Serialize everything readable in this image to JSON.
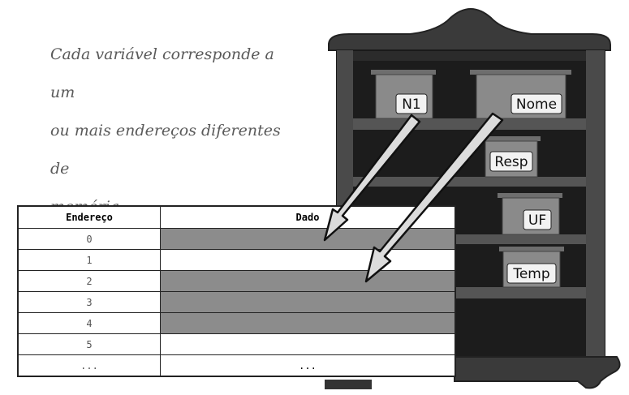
{
  "caption": {
    "line1": "Cada variável corresponde a um",
    "line2": "ou mais endereços diferentes de",
    "line3": "memória"
  },
  "boxes": {
    "n1": "N1",
    "nome": "Nome",
    "resp": "Resp",
    "uf": "UF",
    "temp": "Temp"
  },
  "table": {
    "headers": [
      "Endereço",
      "Dado"
    ],
    "rows": [
      {
        "address": "0",
        "data": "",
        "used": true
      },
      {
        "address": "1",
        "data": "",
        "used": false
      },
      {
        "address": "2",
        "data": "",
        "used": true
      },
      {
        "address": "3",
        "data": "",
        "used": true
      },
      {
        "address": "4",
        "data": "",
        "used": true
      },
      {
        "address": "5",
        "data": "",
        "used": false
      },
      {
        "address": "...",
        "data": "...",
        "used": false
      }
    ]
  },
  "colors": {
    "cabinet": "#3a3a3a",
    "shelf": "#555555",
    "box": "#8a8a8a",
    "used_cell": "#8c8c8c",
    "arrow": "#d8d8d8"
  }
}
